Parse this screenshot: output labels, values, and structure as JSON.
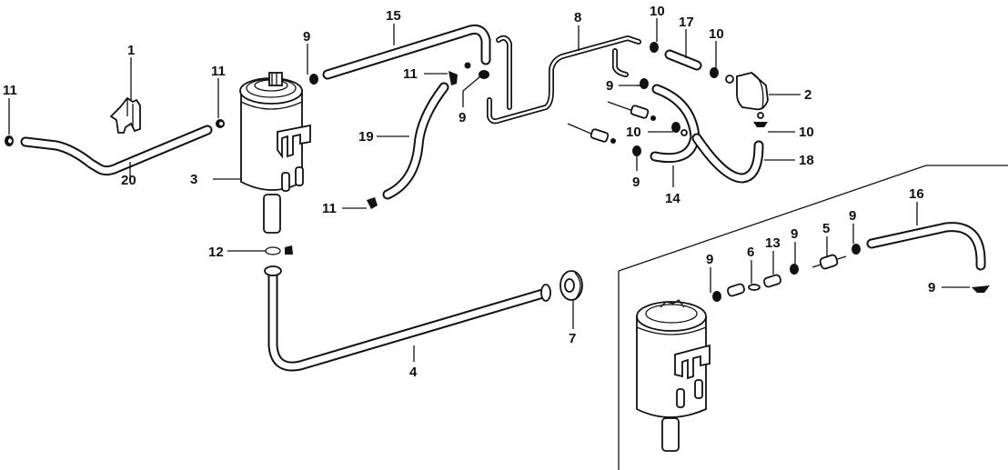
{
  "diagram": {
    "type": "exploded-parts-diagram",
    "callouts": [
      {
        "id": "c1",
        "label": "1"
      },
      {
        "id": "c2",
        "label": "2"
      },
      {
        "id": "c3",
        "label": "3"
      },
      {
        "id": "c4",
        "label": "4"
      },
      {
        "id": "c5",
        "label": "5"
      },
      {
        "id": "c6",
        "label": "6"
      },
      {
        "id": "c7",
        "label": "7"
      },
      {
        "id": "c8",
        "label": "8"
      },
      {
        "id": "c9a",
        "label": "9"
      },
      {
        "id": "c9b",
        "label": "9"
      },
      {
        "id": "c9c",
        "label": "9"
      },
      {
        "id": "c9d",
        "label": "9"
      },
      {
        "id": "c9e",
        "label": "9"
      },
      {
        "id": "c9f",
        "label": "9"
      },
      {
        "id": "c9g",
        "label": "9"
      },
      {
        "id": "c9h",
        "label": "9"
      },
      {
        "id": "c10a",
        "label": "10"
      },
      {
        "id": "c10b",
        "label": "10"
      },
      {
        "id": "c10c",
        "label": "10"
      },
      {
        "id": "c10d",
        "label": "10"
      },
      {
        "id": "c11a",
        "label": "11"
      },
      {
        "id": "c11b",
        "label": "11"
      },
      {
        "id": "c11c",
        "label": "11"
      },
      {
        "id": "c11d",
        "label": "11"
      },
      {
        "id": "c12",
        "label": "12"
      },
      {
        "id": "c13",
        "label": "13"
      },
      {
        "id": "c14",
        "label": "14"
      },
      {
        "id": "c15",
        "label": "15"
      },
      {
        "id": "c16",
        "label": "16"
      },
      {
        "id": "c17",
        "label": "17"
      },
      {
        "id": "c18",
        "label": "18"
      },
      {
        "id": "c19",
        "label": "19"
      },
      {
        "id": "c20",
        "label": "20"
      }
    ]
  }
}
